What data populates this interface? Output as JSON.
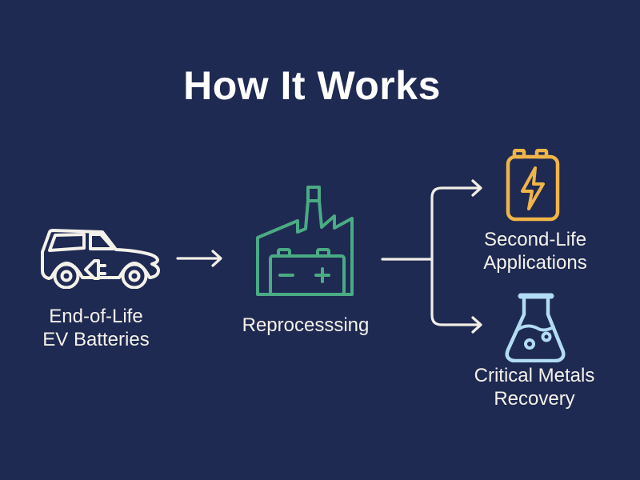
{
  "title": "How It Works",
  "flow": {
    "input": {
      "icon": "electric-car-icon",
      "label_line1": "End-of-Life",
      "label_line2": "EV Batteries"
    },
    "arrow": {
      "icon": "arrow-right-icon"
    },
    "process": {
      "icon": "recycling-factory-icon",
      "label": "Reprocesssing"
    },
    "branch": {
      "icon": "split-branch-connector"
    },
    "outputs": [
      {
        "icon": "battery-bolt-icon",
        "label_line1": "Second-Life",
        "label_line2": "Applications"
      },
      {
        "icon": "chemistry-flask-icon",
        "label_line1": "Critical Metals",
        "label_line2": "Recovery"
      }
    ]
  },
  "colors": {
    "background": "#1F2A52",
    "title_text": "#FFFFFF",
    "label_text": "#F4F1EA",
    "car_icon": "#F4F1EA",
    "factory_icon": "#4AAB84",
    "battery_icon": "#F0B548",
    "flask_icon": "#B2DCF4",
    "connector": "#F1EEE7"
  }
}
